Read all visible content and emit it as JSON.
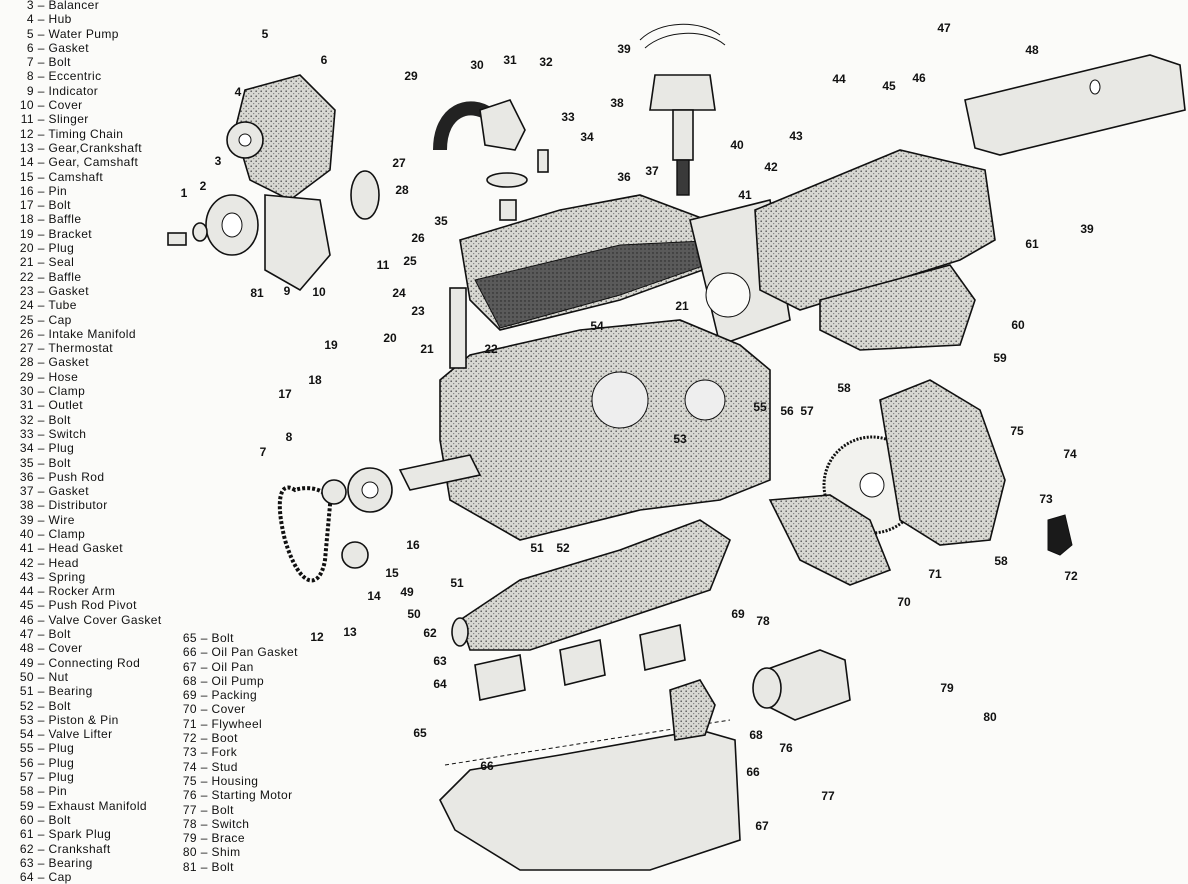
{
  "legend_col1": [
    {
      "num": "3",
      "text": "Balancer"
    },
    {
      "num": "4",
      "text": "Hub"
    },
    {
      "num": "5",
      "text": "Water Pump"
    },
    {
      "num": "6",
      "text": "Gasket"
    },
    {
      "num": "7",
      "text": "Bolt"
    },
    {
      "num": "8",
      "text": "Eccentric"
    },
    {
      "num": "9",
      "text": "Indicator"
    },
    {
      "num": "10",
      "text": "Cover"
    },
    {
      "num": "11",
      "text": "Slinger"
    },
    {
      "num": "12",
      "text": "Timing Chain"
    },
    {
      "num": "13",
      "text": "Gear,Crankshaft"
    },
    {
      "num": "14",
      "text": "Gear, Camshaft"
    },
    {
      "num": "15",
      "text": "Camshaft"
    },
    {
      "num": "16",
      "text": "Pin"
    },
    {
      "num": "17",
      "text": "Bolt"
    },
    {
      "num": "18",
      "text": "Baffle"
    },
    {
      "num": "19",
      "text": "Bracket"
    },
    {
      "num": "20",
      "text": "Plug"
    },
    {
      "num": "21",
      "text": "Seal"
    },
    {
      "num": "22",
      "text": "Baffle"
    },
    {
      "num": "23",
      "text": "Gasket"
    },
    {
      "num": "24",
      "text": "Tube"
    },
    {
      "num": "25",
      "text": "Cap"
    },
    {
      "num": "26",
      "text": "Intake Manifold"
    },
    {
      "num": "27",
      "text": "Thermostat"
    },
    {
      "num": "28",
      "text": "Gasket"
    },
    {
      "num": "29",
      "text": "Hose"
    },
    {
      "num": "30",
      "text": "Clamp"
    },
    {
      "num": "31",
      "text": "Outlet"
    },
    {
      "num": "32",
      "text": "Bolt"
    },
    {
      "num": "33",
      "text": "Switch"
    },
    {
      "num": "34",
      "text": "Plug"
    },
    {
      "num": "35",
      "text": "Bolt"
    },
    {
      "num": "36",
      "text": "Push Rod"
    },
    {
      "num": "37",
      "text": "Gasket"
    },
    {
      "num": "38",
      "text": "Distributor"
    },
    {
      "num": "39",
      "text": "Wire"
    },
    {
      "num": "40",
      "text": "Clamp"
    },
    {
      "num": "41",
      "text": "Head Gasket"
    },
    {
      "num": "42",
      "text": "Head"
    },
    {
      "num": "43",
      "text": "Spring"
    },
    {
      "num": "44",
      "text": "Rocker Arm"
    },
    {
      "num": "45",
      "text": "Push Rod Pivot"
    },
    {
      "num": "46",
      "text": "Valve Cover Gasket"
    },
    {
      "num": "47",
      "text": "Bolt"
    },
    {
      "num": "48",
      "text": "Cover"
    },
    {
      "num": "49",
      "text": "Connecting Rod"
    },
    {
      "num": "50",
      "text": "Nut"
    },
    {
      "num": "51",
      "text": "Bearing"
    },
    {
      "num": "52",
      "text": "Bolt"
    },
    {
      "num": "53",
      "text": "Piston & Pin"
    },
    {
      "num": "54",
      "text": "Valve Lifter"
    },
    {
      "num": "55",
      "text": "Plug"
    },
    {
      "num": "56",
      "text": "Plug"
    },
    {
      "num": "57",
      "text": "Plug"
    },
    {
      "num": "58",
      "text": "Pin"
    },
    {
      "num": "59",
      "text": "Exhaust Manifold"
    },
    {
      "num": "60",
      "text": "Bolt"
    },
    {
      "num": "61",
      "text": "Spark Plug"
    },
    {
      "num": "62",
      "text": "Crankshaft"
    },
    {
      "num": "63",
      "text": "Bearing"
    },
    {
      "num": "64",
      "text": "Cap"
    }
  ],
  "legend_col2": [
    {
      "num": "65",
      "text": "Bolt"
    },
    {
      "num": "66",
      "text": "Oil Pan Gasket"
    },
    {
      "num": "67",
      "text": "Oil Pan"
    },
    {
      "num": "68",
      "text": "Oil Pump"
    },
    {
      "num": "69",
      "text": "Packing"
    },
    {
      "num": "70",
      "text": "Cover"
    },
    {
      "num": "71",
      "text": "Flywheel"
    },
    {
      "num": "72",
      "text": "Boot"
    },
    {
      "num": "73",
      "text": "Fork"
    },
    {
      "num": "74",
      "text": "Stud"
    },
    {
      "num": "75",
      "text": "Housing"
    },
    {
      "num": "76",
      "text": "Starting Motor"
    },
    {
      "num": "77",
      "text": "Bolt"
    },
    {
      "num": "78",
      "text": "Switch"
    },
    {
      "num": "79",
      "text": "Brace"
    },
    {
      "num": "80",
      "text": "Shim"
    },
    {
      "num": "81",
      "text": "Bolt"
    }
  ],
  "separator": "–",
  "callouts": [
    "1",
    "2",
    "3",
    "4",
    "5",
    "6",
    "7",
    "8",
    "9",
    "10",
    "11",
    "12",
    "13",
    "14",
    "15",
    "16",
    "17",
    "18",
    "19",
    "20",
    "21",
    "21",
    "22",
    "23",
    "24",
    "25",
    "26",
    "27",
    "28",
    "29",
    "30",
    "31",
    "32",
    "33",
    "34",
    "35",
    "36",
    "37",
    "38",
    "39",
    "39",
    "40",
    "41",
    "42",
    "43",
    "44",
    "45",
    "46",
    "47",
    "48",
    "49",
    "50",
    "51",
    "51",
    "52",
    "53",
    "54",
    "55",
    "56",
    "57",
    "58",
    "58",
    "59",
    "60",
    "61",
    "62",
    "63",
    "64",
    "65",
    "66",
    "66",
    "67",
    "68",
    "69",
    "70",
    "71",
    "72",
    "73",
    "74",
    "75",
    "76",
    "77",
    "78",
    "79",
    "80",
    "81"
  ]
}
